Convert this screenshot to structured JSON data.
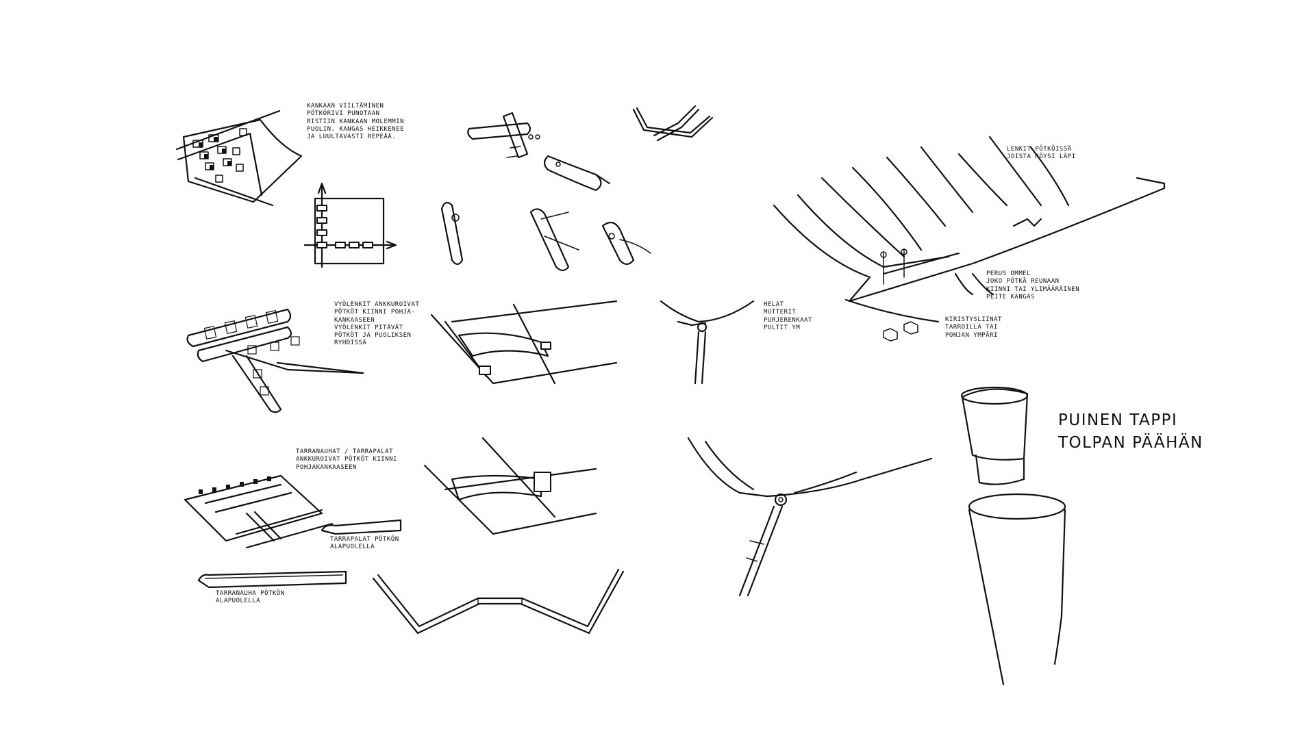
{
  "notes": {
    "kankaan_viiltaminen": "KANKAAN VIILTÄMINEN\nPÖTKÖRIVI PUNOTAAN\nRISTIIN KANKAAN MOLEMMIN\nPUOLIN. KANGAS HEIKKENEE\nJA LUULTAVASTI REPEÄÄ.",
    "vyolenkit": "VYÖLENKIT ANKKUROIVAT\nPÖTKÖT KIINNI POHJA-\nKANKAASEEN\nVYÖLENKIT PITÄVÄT\nPÖTKÖT JA PUOLIKSEN\nRYHDISSÄ",
    "tarranauhat": "TARRANAUHAT / TARRAPALAT\nANKKUROIVAT PÖTKÖT KIINNI\nPOHJAKANKAASEEN",
    "tarrapalat_potkon_alapuolella": "TARRAPALAT PÖTKÖN\nALAPUOLELLA",
    "tarranauha_potkon_alapuolella": "TARRANAUHA PÖTKÖN\nALAPUOLELLA",
    "lenkit_potkoissa": "LENKIT PÖTKÖISSÄ\nJOISTA KÖYSI LÄPI",
    "perus_ommel": "PERUS OMMEL\nJOKO PÖTKÄ REUNAAN\nKIINNI TAI YLIMÄÄRÄINEN\nPEITE KANGAS",
    "helat": "HELAT\nMUTTERIT\nPURJERENKAAT\nPULTIT YM",
    "kiristysliinat": "KIRISTYSLIINAT\nTARROILLA TAI\nPOHJAN YMPÄRI",
    "puinen_tappi": "PUINEN TAPPI\nTOLPAN PÄÄHÄN"
  },
  "sketches": [
    "fabric-slitting-weave",
    "weave-arrows-detail",
    "cross-tube-joint",
    "folded-frame",
    "tube-ends-rope",
    "belt-loop-tubes",
    "fabric-fold-strip",
    "corner-rope-tie",
    "tubes-lacing-panel",
    "velcro-board",
    "velcro-strip-pieces",
    "fabric-fold-velcro",
    "bent-rod",
    "rope-grommet-join",
    "wooden-peg-post"
  ]
}
